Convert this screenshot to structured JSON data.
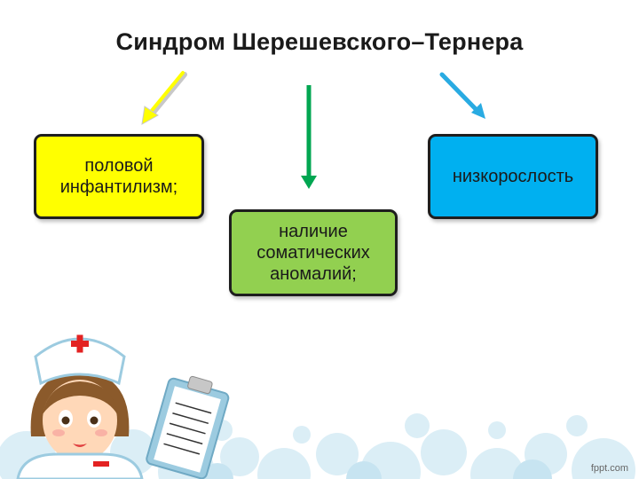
{
  "title": "Синдром Шерешевского–Тернера",
  "boxes": {
    "left": {
      "text": "половой\nинфантилизм;",
      "color": "#ffff00"
    },
    "center": {
      "text": "наличие\nсоматических\nаномалий;",
      "color": "#92d050"
    },
    "right": {
      "text": "низкорослость",
      "color": "#00b0f0"
    }
  },
  "arrows": {
    "left_color": "#ffff00",
    "center_color": "#00a651",
    "right_color": "#29abe2"
  },
  "footer": "fppt.com",
  "icons": [
    "nurse-icon",
    "clipboard-icon"
  ]
}
